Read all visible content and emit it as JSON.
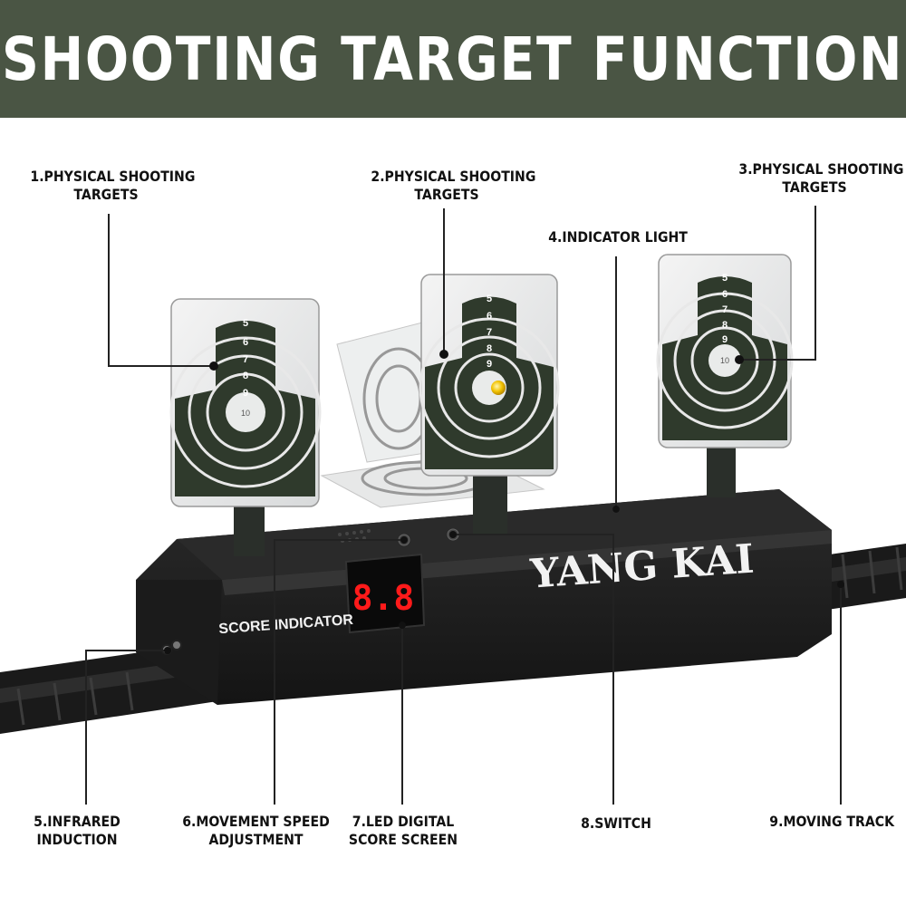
{
  "banner": {
    "title": "SHOOTING TARGET FUNCTION"
  },
  "labels": {
    "target1": {
      "line1": "1.PHYSICAL SHOOTING",
      "line2": "TARGETS"
    },
    "target2": {
      "line1": "2.PHYSICAL SHOOTING",
      "line2": "TARGETS"
    },
    "target3": {
      "line1": "3.PHYSICAL SHOOTING",
      "line2": "TARGETS"
    },
    "indicator": {
      "line1": "4.INDICATOR LIGHT"
    },
    "infrared": {
      "line1": "5.INFRARED",
      "line2": "INDUCTION"
    },
    "speed": {
      "line1": "6.MOVEMENT SPEED",
      "line2": "ADJUSTMENT"
    },
    "led": {
      "line1": "7.LED DIGITAL",
      "line2": "SCORE SCREEN"
    },
    "switch": {
      "line1": "8.SWITCH"
    },
    "track": {
      "line1": "9.MOVING TRACK"
    }
  },
  "product": {
    "brand": "YANG KAI",
    "score_indicator": "SCORE INDICATOR",
    "led_display": "8.8",
    "ring_numbers": [
      "5",
      "6",
      "7",
      "8",
      "9",
      "10"
    ]
  },
  "colors": {
    "banner_bg": "#4a5544",
    "banner_text": "#ffffff",
    "target_ink": "#2f3a2c",
    "base_body": "#1e1e1e",
    "led_red": "#ff1a1a",
    "brand_text": "#f2f2f2"
  }
}
